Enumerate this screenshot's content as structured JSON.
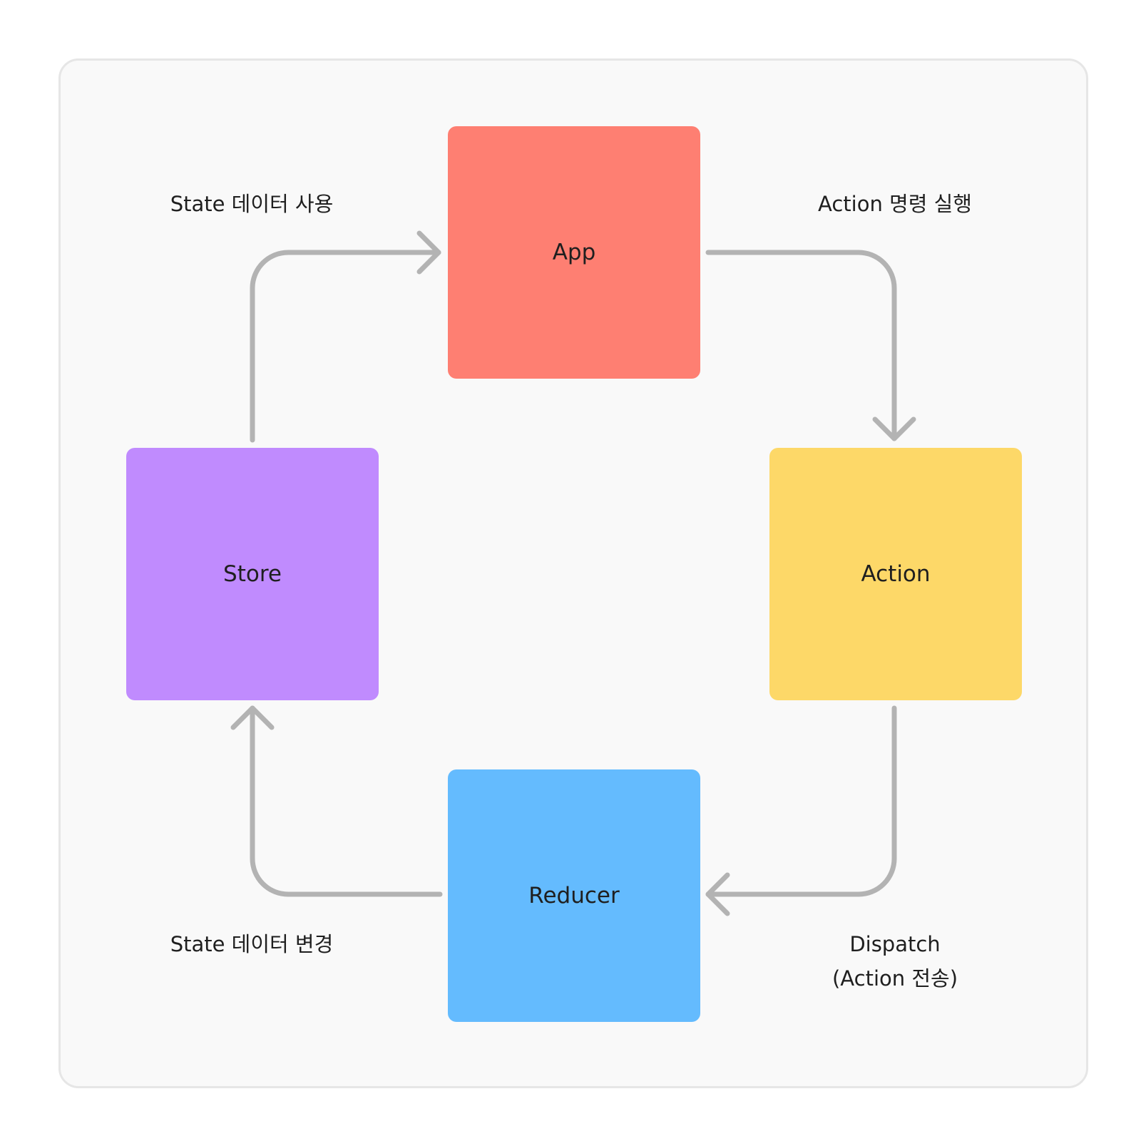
{
  "colors": {
    "app": "#fe7f72",
    "store": "#c08bfe",
    "action": "#fdd868",
    "reducer": "#64bbfe",
    "arrow": "#b3b3b3",
    "panel": "#f9f9f9"
  },
  "nodes": {
    "app": "App",
    "action": "Action",
    "reducer": "Reducer",
    "store": "Store"
  },
  "edges": {
    "app_to_action": "Action 명령 실행",
    "action_to_reducer_line1": "Dispatch",
    "action_to_reducer_line2": "(Action 전송)",
    "reducer_to_store": "State 데이터 변경",
    "store_to_app": "State 데이터 사용"
  }
}
